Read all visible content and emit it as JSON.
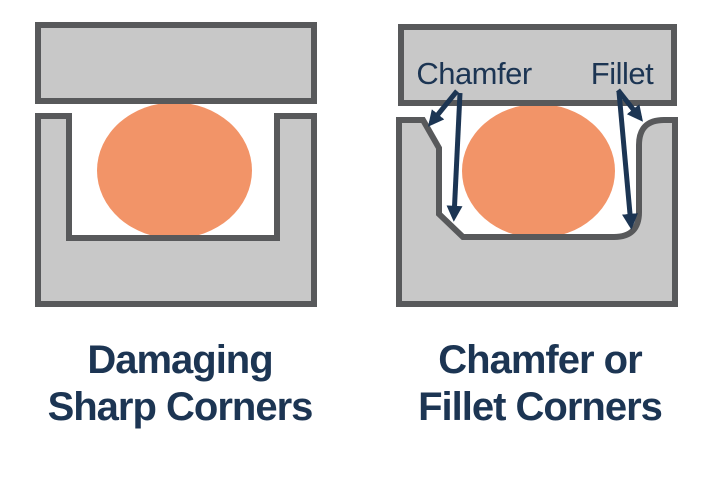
{
  "figure": {
    "panels": [
      {
        "id": "sharp-corners",
        "caption_line1": "Damaging",
        "caption_line2": "Sharp Corners"
      },
      {
        "id": "chamfer-fillet",
        "caption_line1": "Chamfer or",
        "caption_line2": "Fillet Corners",
        "labels": {
          "chamfer": "Chamfer",
          "fillet": "Fillet"
        }
      }
    ]
  },
  "colors": {
    "background": "#ffffff",
    "metal_fill": "#c8c8c8",
    "metal_outline": "#58595b",
    "oring_fill": "#f29468",
    "annotation_navy": "#1c3553"
  }
}
